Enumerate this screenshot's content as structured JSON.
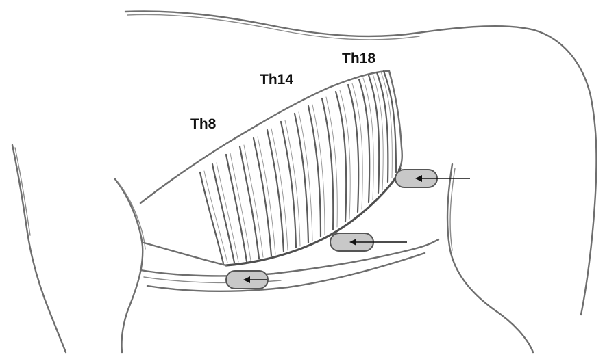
{
  "labels": {
    "th8": "Th8",
    "th14": "Th14",
    "th18": "Th18"
  },
  "colors": {
    "outline": "#6e6e6e",
    "rib": "#5c5c5c",
    "capsule_fill": "#c8c8c8",
    "capsule_stroke": "#555555",
    "arrow": "#111111"
  },
  "markers": {
    "count": 3,
    "shape": "rounded-capsule",
    "arrow_direction": "left"
  }
}
